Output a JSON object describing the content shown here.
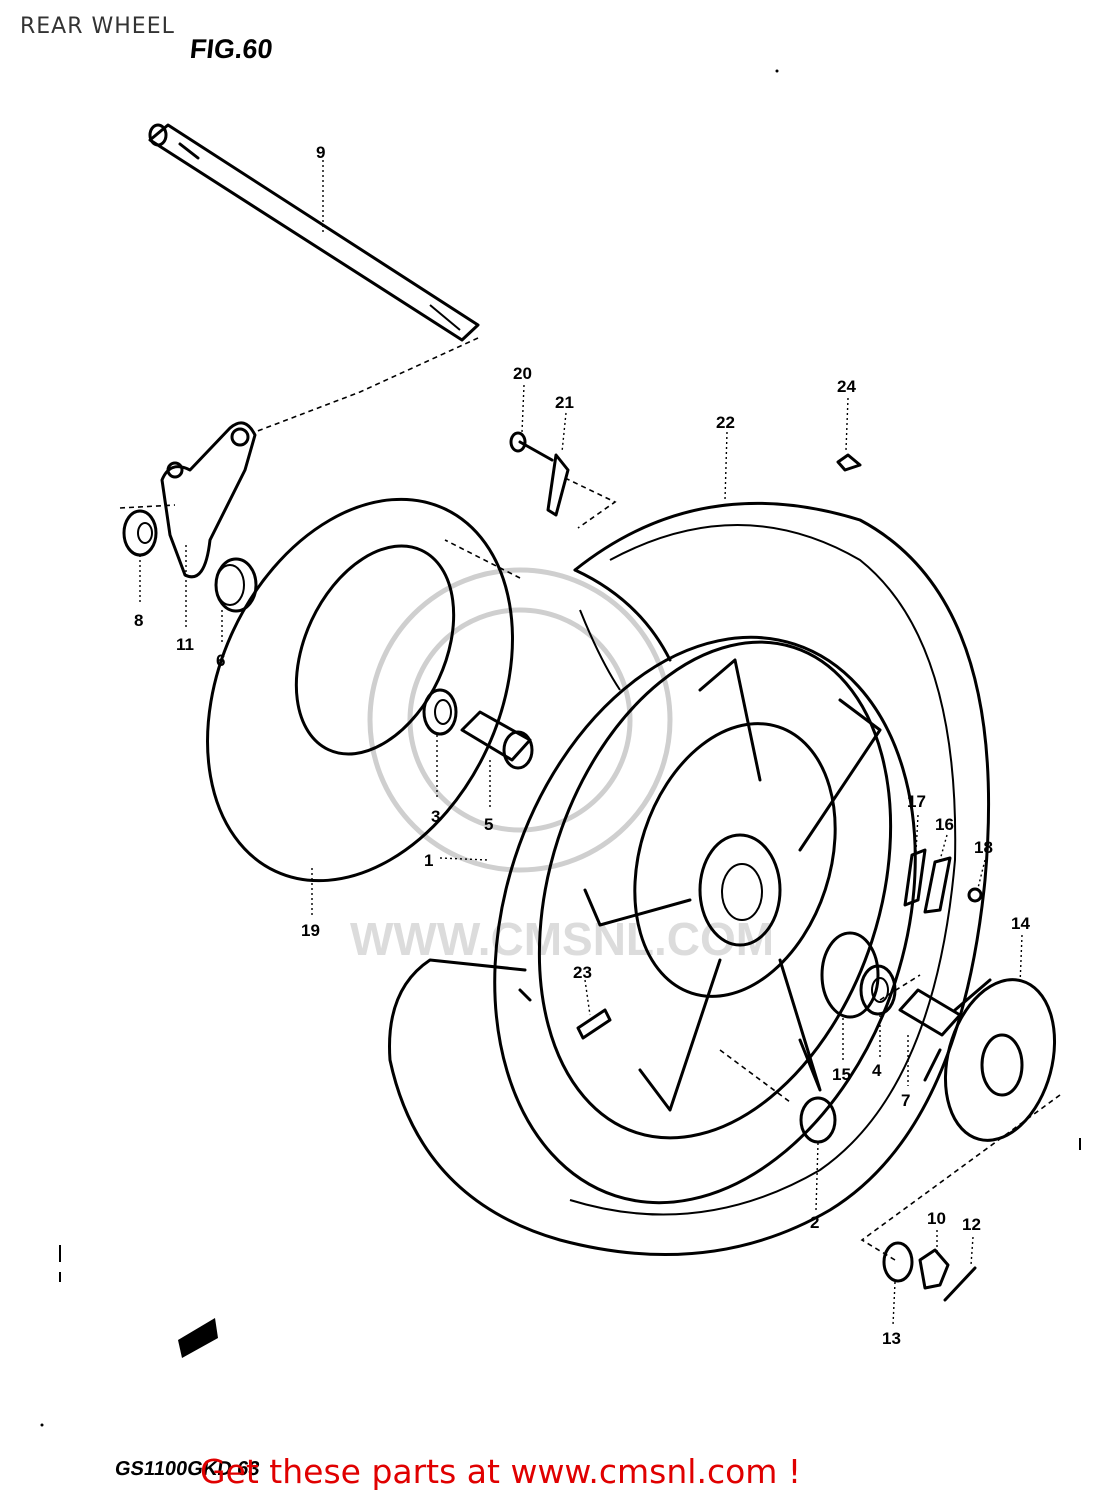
{
  "page": {
    "title": "REAR WHEEL",
    "figure_label": "FIG.60",
    "model_code": "GS1100GKD 63",
    "promo_text": "Get these parts at www.cmsnl.com !"
  },
  "watermark": {
    "text": "WWW.CMSNL.COM"
  },
  "callouts": [
    "9",
    "20",
    "21",
    "22",
    "24",
    "8",
    "11",
    "6",
    "3",
    "5",
    "1",
    "19",
    "17",
    "16",
    "18",
    "14",
    "23",
    "15",
    "4",
    "7",
    "2",
    "10",
    "12",
    "13"
  ],
  "colors": {
    "ink": "#000000",
    "promo": "#e00000",
    "watermark": "#cfcfcf"
  }
}
